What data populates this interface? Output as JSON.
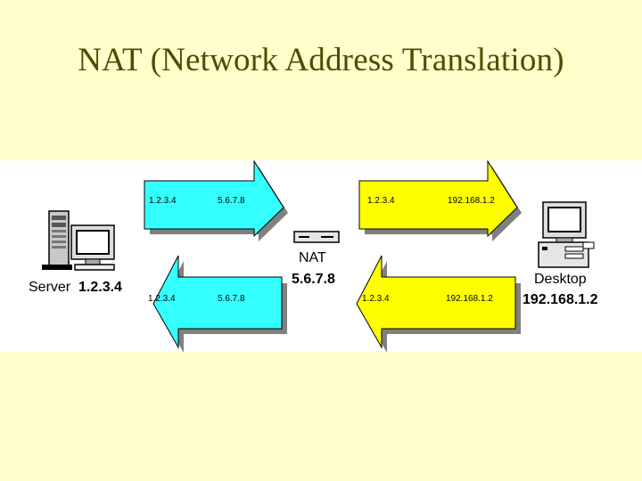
{
  "slide": {
    "title": "NAT (Network Address Translation)"
  },
  "server": {
    "label": "Server",
    "ip": "1.2.3.4",
    "icon": "server-computer-icon"
  },
  "nat": {
    "label": "NAT",
    "ip": "5.6.7.8",
    "icon": "router-icon"
  },
  "desktop": {
    "label": "Desktop",
    "ip": "192.168.1.2",
    "icon": "desktop-computer-icon"
  },
  "arrows": {
    "top_left": {
      "src": "1.2.3.4",
      "dst": "5.6.7.8",
      "color": "#33ffff",
      "direction": "right"
    },
    "top_right": {
      "src": "1.2.3.4",
      "dst": "192.168.1.2",
      "color": "#ffff00",
      "direction": "right"
    },
    "bottom_left": {
      "src": "1.2.3.4",
      "dst": "5.6.7.8",
      "color": "#33ffff",
      "direction": "left"
    },
    "bottom_right": {
      "src": "1.2.3.4",
      "dst": "192.168.1.2",
      "color": "#ffff00",
      "direction": "left"
    }
  }
}
